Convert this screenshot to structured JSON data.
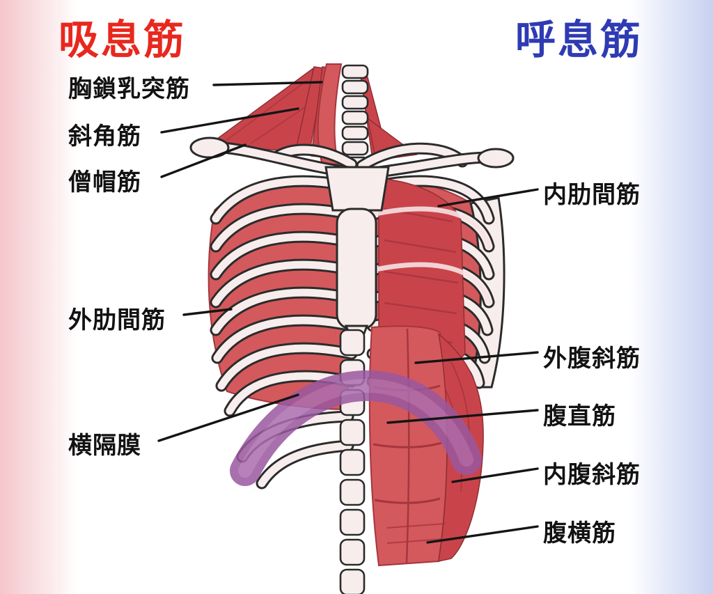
{
  "titles": {
    "left": "吸息筋",
    "right": "呼息筋"
  },
  "labels": {
    "left": [
      "胸鎖乳突筋",
      "斜角筋",
      "僧帽筋",
      "外肋間筋",
      "横隔膜"
    ],
    "right": [
      "内肋間筋",
      "外腹斜筋",
      "腹直筋",
      "内腹斜筋",
      "腹横筋"
    ]
  },
  "colors": {
    "title_left": "#e8281e",
    "title_right": "#2e3bb3",
    "muscle": "#d4595c",
    "muscle_dark": "#c9444a",
    "bone": "#f8eded",
    "outline": "#2b2b2b",
    "diaphragm": "#99589f",
    "band_left": "#f5c6cb",
    "band_right": "#c7d1f1"
  }
}
